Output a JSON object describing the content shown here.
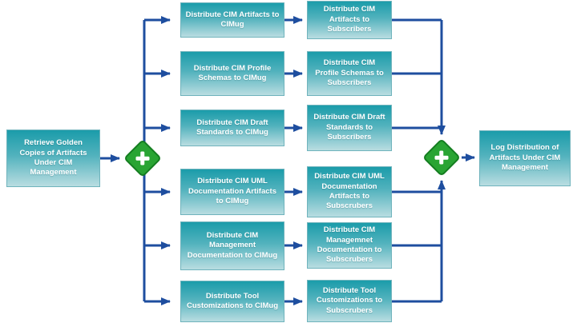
{
  "flow": {
    "start": {
      "label": "Retrieve Golden Copies of Artifacts Under CIM Management"
    },
    "end": {
      "label": "Log Distribution of Artifacts Under CIM Management"
    },
    "gateways": [
      {
        "type": "parallel-gateway",
        "symbol": "+"
      },
      {
        "type": "parallel-gateway",
        "symbol": "+"
      }
    ],
    "rows": [
      {
        "cimug": "Distribute CIM Artifacts to CIMug",
        "subscribers": "Distribute CIM Artifacts to Subscribers"
      },
      {
        "cimug": "Distribute CIM Profile Schemas to CIMug",
        "subscribers": "Distribute CIM Profile Schemas to Subscribers"
      },
      {
        "cimug": "Distribute CIM Draft Standards to CIMug",
        "subscribers": "Distribute CIM Draft Standards to Subscribers"
      },
      {
        "cimug": "Distribute CIM UML Documentation Artifacts to CIMug",
        "subscribers": "Distribute CIM UML Documentation Artifacts to Subscrubers"
      },
      {
        "cimug": "Distribute CIM Management Documentation to CIMug",
        "subscribers": "Distribute CIM Managemnet Documentation to Subscrubers"
      },
      {
        "cimug": "Distribute Tool Customizations to CIMug",
        "subscribers": "Distribute Tool Customizations to Subscrubers"
      }
    ],
    "colors": {
      "task_gradient_top": "#1b9caa",
      "task_gradient_bottom": "#b9dde1",
      "connector_blue": "#1e4e9f",
      "gateway_green": "#29a433",
      "gateway_border_green": "#147d20",
      "label_text": "#ffffff"
    }
  }
}
